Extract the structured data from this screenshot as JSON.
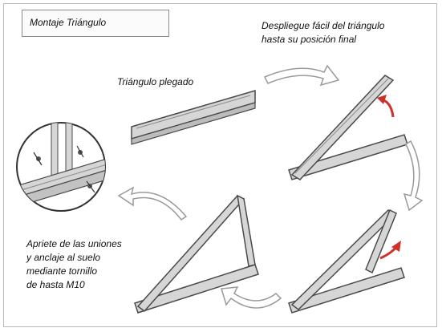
{
  "title": "Montaje Triángulo",
  "captions": {
    "unfold_line1": "Despliegue fácil del triángulo",
    "unfold_line2": "hasta su posición final",
    "folded": "Triángulo plegado",
    "anchor_line1": "Apriete de las uniones",
    "anchor_line2": "y anclaje al suelo",
    "anchor_line3": "mediante tornillo",
    "anchor_line4": "de hasta M10"
  },
  "colors": {
    "profile_fill": "#d6d6d6",
    "profile_stroke": "#4a4a4a",
    "arrow_stroke": "#9a9a9a",
    "arrow_fill": "#ffffff",
    "accent_arrow": "#d0302a"
  }
}
